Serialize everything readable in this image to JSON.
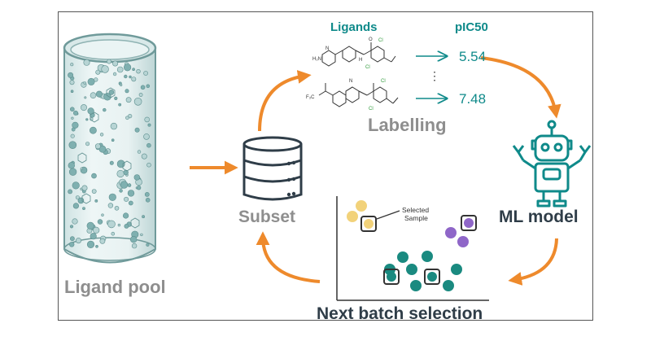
{
  "labels": {
    "ligand_pool": "Ligand pool",
    "subset": "Subset",
    "labelling": "Labelling",
    "ml_model": "ML model",
    "next_batch": "Next batch selection",
    "ligands_header": "Ligands",
    "pic50_header": "pIC50",
    "value_1": "5.54",
    "value_2": "7.48",
    "dots": "⋮",
    "selected_sample": "Selected\nSample",
    "f3c": "F₃C"
  },
  "colors": {
    "arrow": "#ee8a2c",
    "teal": "#0f8a8a",
    "purple": "#8f66c8",
    "yellow": "#f2d27a",
    "gray_text": "#8e8e8e"
  },
  "icons": [
    "ligand-pool-cylinder",
    "database-icon",
    "robot-icon",
    "scatter-plot"
  ]
}
